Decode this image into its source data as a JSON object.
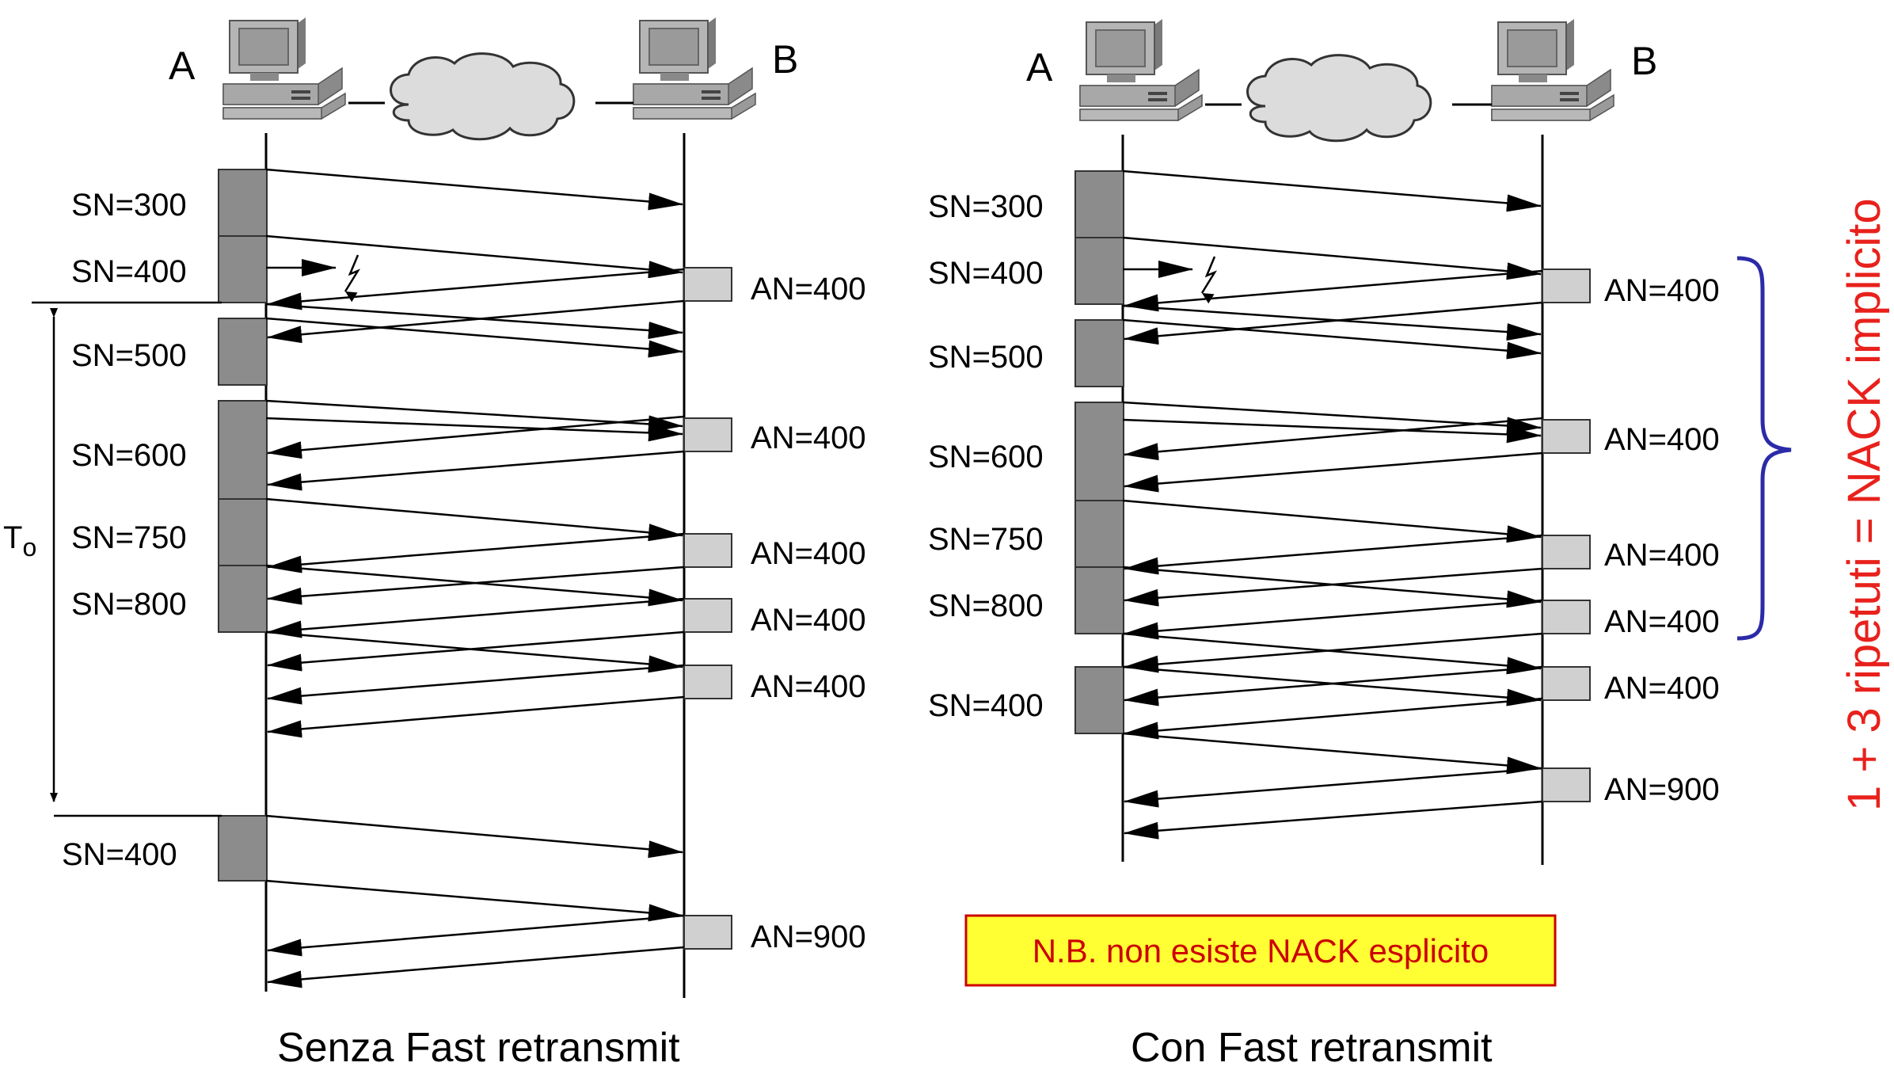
{
  "colors": {
    "sender_box": "#8c8c8c",
    "ack_box": "#d0d0d0",
    "note_bg": "#ffff33",
    "note_border": "#cc0000",
    "note_text": "#cc0000",
    "brace": "#2b2ba8",
    "side_text": "#e8211c"
  },
  "icons": [
    "computer-icon",
    "cloud-icon",
    "lightning-icon"
  ],
  "left": {
    "host_a": "A",
    "host_b": "B",
    "caption": "Senza Fast retransmit",
    "timer_label": "T",
    "timer_sub": "o",
    "sn": [
      "SN=300",
      "SN=400",
      "SN=500",
      "SN=600",
      "SN=750",
      "SN=800",
      "SN=400"
    ],
    "an": [
      "AN=400",
      "AN=400",
      "AN=400",
      "AN=400",
      "AN=400",
      "AN=900"
    ]
  },
  "right": {
    "host_a": "A",
    "host_b": "B",
    "caption": "Con Fast retransmit",
    "sn": [
      "SN=300",
      "SN=400",
      "SN=500",
      "SN=600",
      "SN=750",
      "SN=800",
      "SN=400"
    ],
    "an": [
      "AN=400",
      "AN=400",
      "AN=400",
      "AN=400",
      "AN=400",
      "AN=900"
    ],
    "note": "N.B. non esiste NACK esplicito",
    "brace_label": "1 + 3 ripetuti = NACK implicito"
  }
}
